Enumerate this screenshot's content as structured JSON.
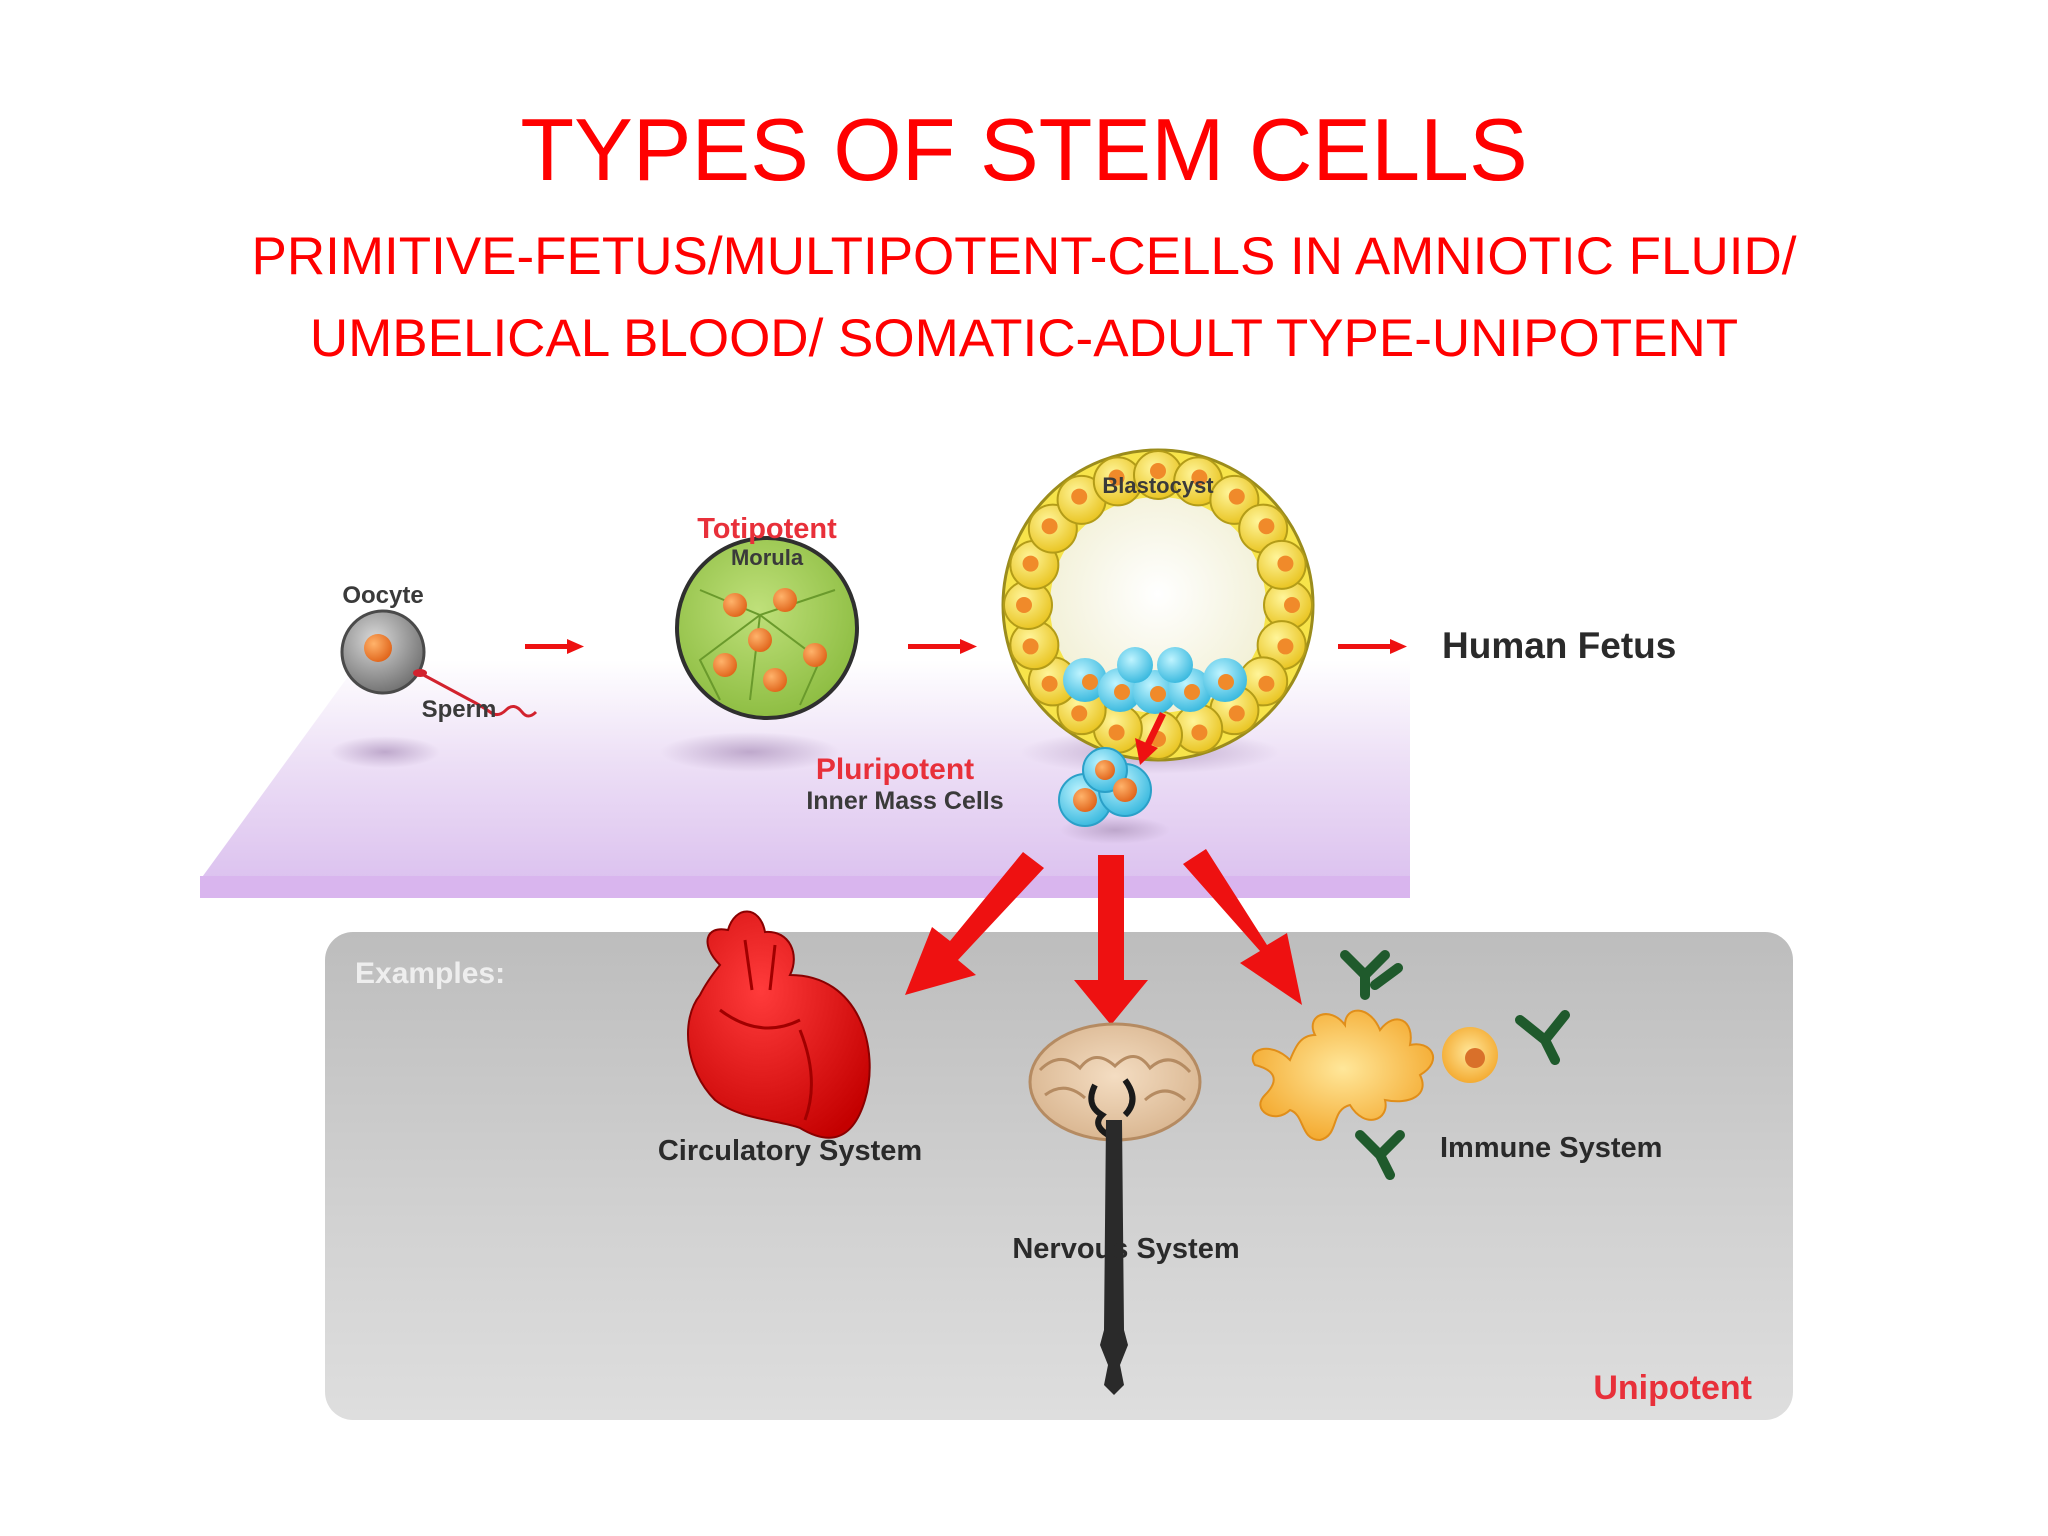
{
  "title": "TYPES OF STEM CELLS",
  "subtitle_lines": [
    "PRIMITIVE-FETUS/MULTIPOTENT-CELLS IN AMNIOTIC FLUID/",
    "UMBELICAL BLOOD/ SOMATIC-ADULT TYPE-UNIPOTENT"
  ],
  "diagram": {
    "oocyte": "Oocyte",
    "sperm": "Sperm",
    "totipotent": "Totipotent",
    "morula": "Morula",
    "blastocyst": "Blastocyst",
    "human_fetus": "Human Fetus",
    "pluripotent": "Pluripotent",
    "inner_mass_cells": "Inner Mass Cells",
    "examples": "Examples:",
    "circulatory_system": "Circulatory System",
    "nervous_system": "Nervous System",
    "immune_system": "Immune System",
    "unipotent": "Unipotent"
  },
  "colors": {
    "title": "#ff0000",
    "stage_label_red": "#e8303a",
    "arrow_red": "#ee1111",
    "platform_lavender": "#e4cdf2",
    "examples_panel_gray": "#c9c9c9",
    "antibody_green": "#1f5a2c"
  }
}
